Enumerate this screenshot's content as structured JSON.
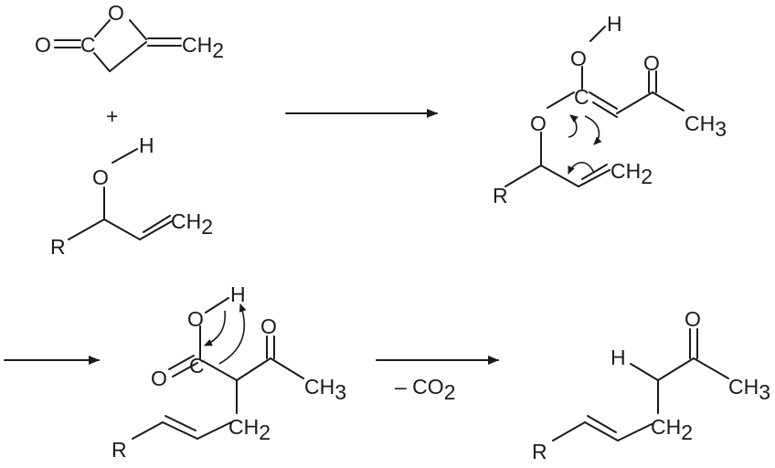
{
  "atoms": {
    "O": "O",
    "C": "C",
    "H": "H",
    "R": "R",
    "CH": "CH",
    "sub2": "2",
    "sub3": "3"
  },
  "operators": {
    "plus": "+"
  },
  "arrows": {
    "final_label": "– CO",
    "final_label_sub": "2"
  }
}
